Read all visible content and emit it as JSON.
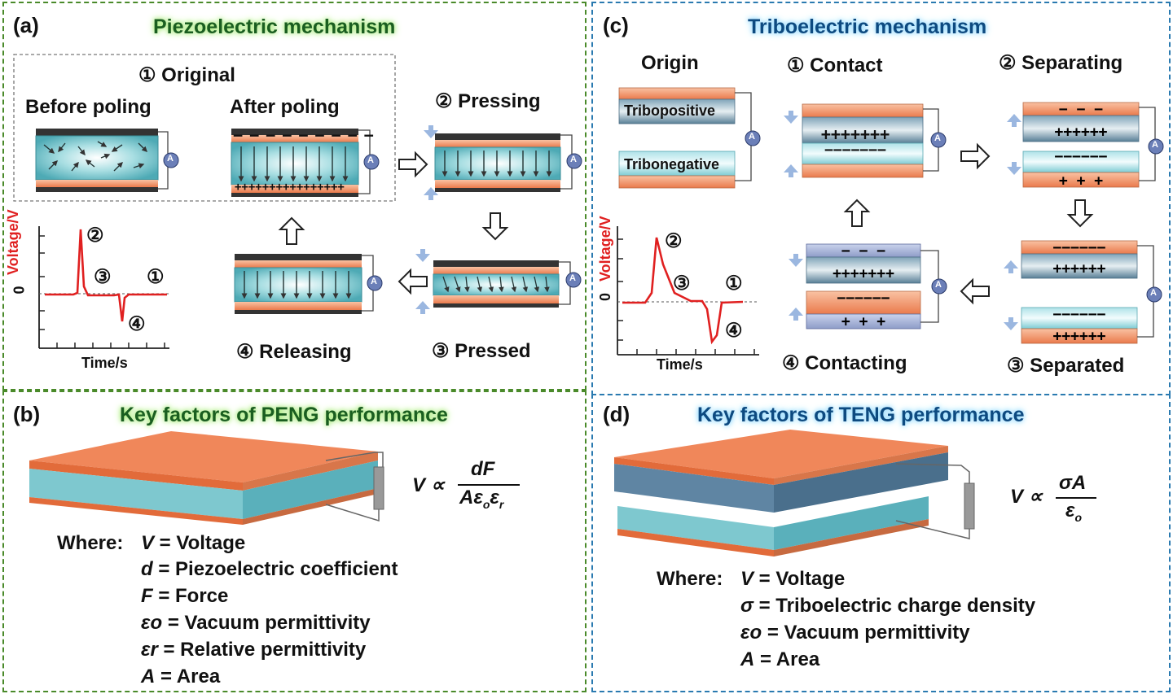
{
  "panel_a": {
    "label": "(a)",
    "title": "Piezoelectric mechanism",
    "original": "① Original",
    "before_poling": "Before poling",
    "after_poling": "After poling",
    "pressing": "② Pressing",
    "pressed": "③ Pressed",
    "releasing": "④ Releasing",
    "ylabel": "Voltage/V",
    "zero": "0",
    "xlabel": "Time/s",
    "markers": [
      "②",
      "③",
      "①",
      "④"
    ],
    "ammeter": "A"
  },
  "panel_b": {
    "label": "(b)",
    "title": "Key factors of PENG performance",
    "equation": {
      "lhs": "V ∝",
      "num": "dF",
      "den": "Aε<sub>o</sub>ε<sub>r</sub>"
    },
    "where": "Where:",
    "defs": [
      {
        "sym": "V",
        "text": " = Voltage"
      },
      {
        "sym": "d",
        "text": " = Piezoelectric coefficient"
      },
      {
        "sym": "F",
        "text": " = Force"
      },
      {
        "sym": "εo",
        "text": " = Vacuum permittivity"
      },
      {
        "sym": "εr",
        "text": " = Relative permittivity"
      },
      {
        "sym": "A",
        "text": " = Area"
      }
    ]
  },
  "panel_c": {
    "label": "(c)",
    "title": "Triboelectric mechanism",
    "origin": "Origin",
    "tribopositive": "Tribopositive",
    "tribonegative": "Tribonegative",
    "contact": "① Contact",
    "separating": "② Separating",
    "separated": "③ Separated",
    "contacting": "④ Contacting",
    "ylabel": "Voltage/V",
    "zero": "0",
    "xlabel": "Time/s",
    "markers": [
      "②",
      "③",
      "①",
      "④"
    ],
    "ammeter": "A"
  },
  "panel_d": {
    "label": "(d)",
    "title": "Key factors of TENG performance",
    "equation": {
      "lhs": "V ∝",
      "num": "σA",
      "den": "ε<sub>o</sub>"
    },
    "where": "Where:",
    "defs": [
      {
        "sym": "V",
        "text": " = Voltage"
      },
      {
        "sym": "σ",
        "text": " = Triboelectric charge density"
      },
      {
        "sym": "εo",
        "text": " = Vacuum permittivity"
      },
      {
        "sym": "A",
        "text": " = Area"
      }
    ]
  },
  "colors": {
    "green_border": "#4a8a2a",
    "blue_border": "#2a7ab0",
    "electrode": "#f08a5d",
    "piezo": "#7ec8cf",
    "signal": "#e02020"
  }
}
